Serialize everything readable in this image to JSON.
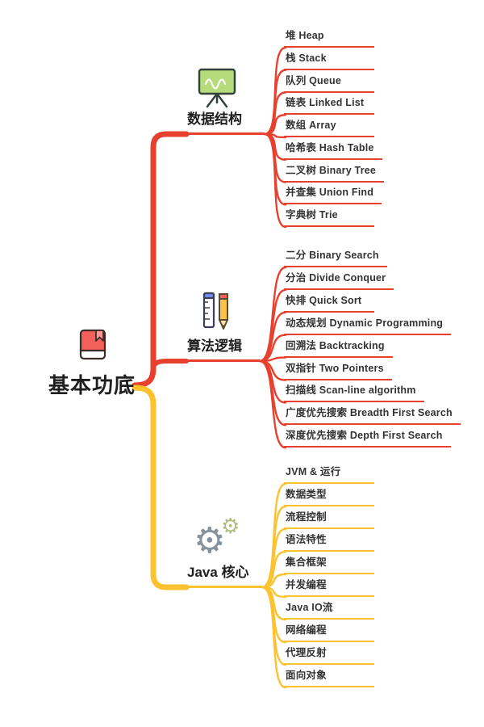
{
  "root": {
    "label": "基本功底",
    "icon": "book-icon"
  },
  "colors": {
    "red": "#e8402f",
    "yellow": "#fcc22f",
    "text": "#333333"
  },
  "branches": [
    {
      "label": "数据结构",
      "icon": "chalkboard-icon",
      "color": "red",
      "children": [
        "堆 Heap",
        "栈 Stack",
        "队列 Queue",
        "链表 Linked List",
        "数组 Array",
        "哈希表 Hash Table",
        "二叉树 Binary Tree",
        "并查集 Union Find",
        "字典树 Trie"
      ]
    },
    {
      "label": "算法逻辑",
      "icon": "ruler-pencil-icon",
      "color": "red",
      "children": [
        "二分 Binary Search",
        "分治 Divide Conquer",
        "快排 Quick Sort",
        "动态规划 Dynamic Programming",
        "回溯法 Backtracking",
        "双指针 Two Pointers",
        "扫描线 Scan-line algorithm",
        "广度优先搜索 Breadth First Search",
        "深度优先搜索 Depth First Search"
      ]
    },
    {
      "label": "Java 核心",
      "icon": "gears-icon",
      "color": "yellow",
      "children": [
        "JVM & 运行",
        "数据类型",
        "流程控制",
        "语法特性",
        "集合框架",
        "并发编程",
        "Java IO流",
        "网络编程",
        "代理反射",
        "面向对象"
      ]
    }
  ]
}
